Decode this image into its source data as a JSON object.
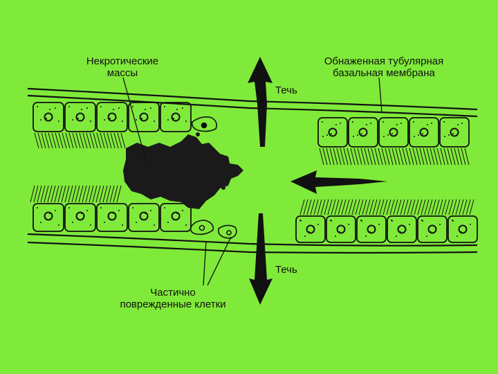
{
  "labels": {
    "necrotic_masses": [
      "Некротические",
      "массы"
    ],
    "denuded_membrane": [
      "Обнаженная тубулярная",
      "базальная мембрана"
    ],
    "flow_top": "Течь",
    "flow_bottom": "Течь",
    "damaged_cells": [
      "Частично",
      "поврежденные клетки"
    ]
  },
  "colors": {
    "background": "#80ea3a",
    "ink": "#111111",
    "necrotic": "#1a1a1a"
  },
  "icons": {
    "flow_up": "arrow-up-icon",
    "flow_down": "arrow-down-icon",
    "flow_left": "arrow-left-icon"
  }
}
